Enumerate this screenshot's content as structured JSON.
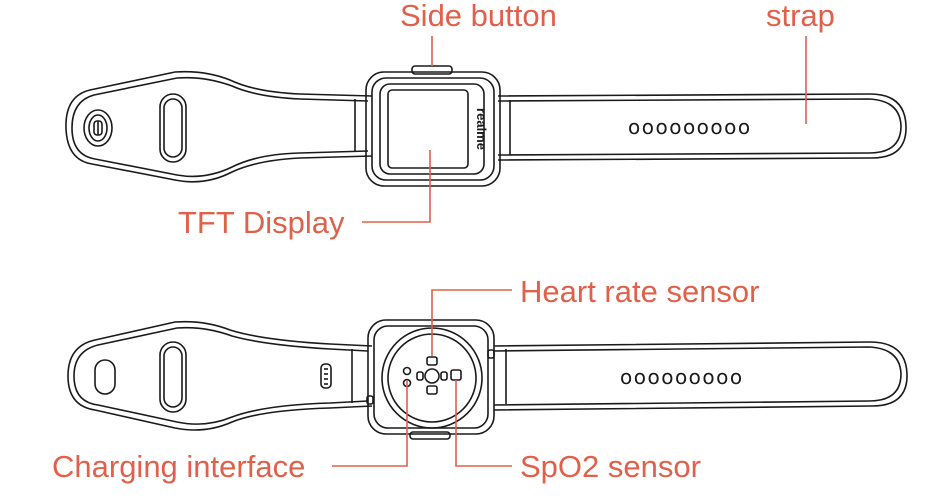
{
  "colors": {
    "label": "#e0604a",
    "line": "#1a1a1a",
    "background": "#ffffff"
  },
  "front_view": {
    "brand_text": "realme",
    "strap_holes": "ooooooooo",
    "labels": {
      "side_button": "Side button",
      "strap": "strap",
      "tft_display": "TFT Display"
    }
  },
  "back_view": {
    "strap_holes": "ooooooooo",
    "labels": {
      "heart_rate_sensor": "Heart rate sensor",
      "charging_interface": "Charging interface",
      "spo2_sensor": "SpO2 sensor"
    }
  }
}
